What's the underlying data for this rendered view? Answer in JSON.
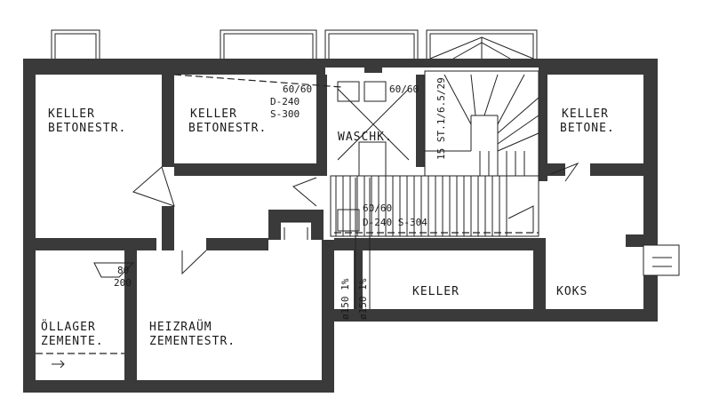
{
  "rooms": {
    "keller_left": [
      "KELLER",
      "BETONESTR."
    ],
    "keller_mid": [
      "KELLER",
      "BETONESTR."
    ],
    "waschk": "WASCHK.",
    "keller_right": [
      "KELLER",
      "BETONE."
    ],
    "ollager": [
      "ÖLLAGER",
      "ZEMENTE."
    ],
    "heizraum": [
      "HEIZRAÜM",
      "ZEMENTESTR."
    ],
    "keller_bottom": "KELLER",
    "koks": "KOKS"
  },
  "annotations": {
    "opening_mid": [
      "60/60",
      "D-240",
      "S-300"
    ],
    "opening_wasch": "60/60",
    "opening_corridor": [
      "60/60",
      "D-240  S-304"
    ],
    "stair": "15 ST.1/6.5/29",
    "opening_heiz": [
      "80",
      "200"
    ],
    "pipe_1": "ø150 1%",
    "pipe_2": "ø150 1%"
  }
}
